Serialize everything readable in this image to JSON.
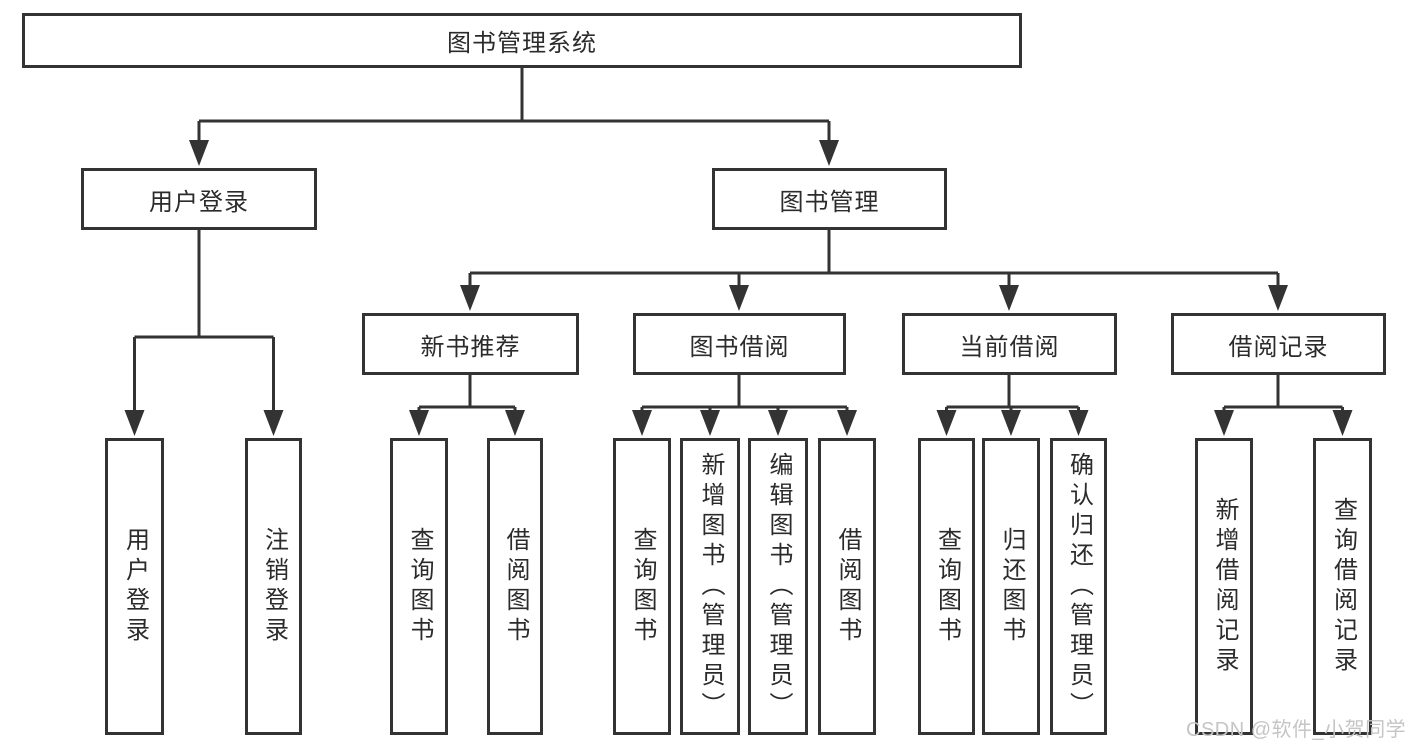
{
  "diagram": {
    "root": {
      "label": "图书管理系统"
    },
    "branches": [
      {
        "label": "用户登录",
        "children": [
          {
            "label": "用户登录"
          },
          {
            "label": "注销登录"
          }
        ]
      },
      {
        "label": "图书管理",
        "children": [
          {
            "label": "新书推荐",
            "children": [
              {
                "label": "查询图书"
              },
              {
                "label": "借阅图书"
              }
            ]
          },
          {
            "label": "图书借阅",
            "children": [
              {
                "label": "查询图书"
              },
              {
                "label": "新增图书（管理员）"
              },
              {
                "label": "编辑图书（管理员）"
              },
              {
                "label": "借阅图书"
              }
            ]
          },
          {
            "label": "当前借阅",
            "children": [
              {
                "label": "查询图书"
              },
              {
                "label": "归还图书"
              },
              {
                "label": "确认归还（管理员）"
              }
            ]
          },
          {
            "label": "借阅记录",
            "children": [
              {
                "label": "新增借阅记录"
              },
              {
                "label": "查询借阅记录"
              }
            ]
          }
        ]
      }
    ]
  },
  "watermark": {
    "text": "CSDN @软件_小贺同学"
  },
  "colors": {
    "line": "#333333",
    "text": "#2b2b2b",
    "box_background": "#ffffff",
    "page_background": "#ffffff",
    "watermark": "#c5c5c5"
  }
}
